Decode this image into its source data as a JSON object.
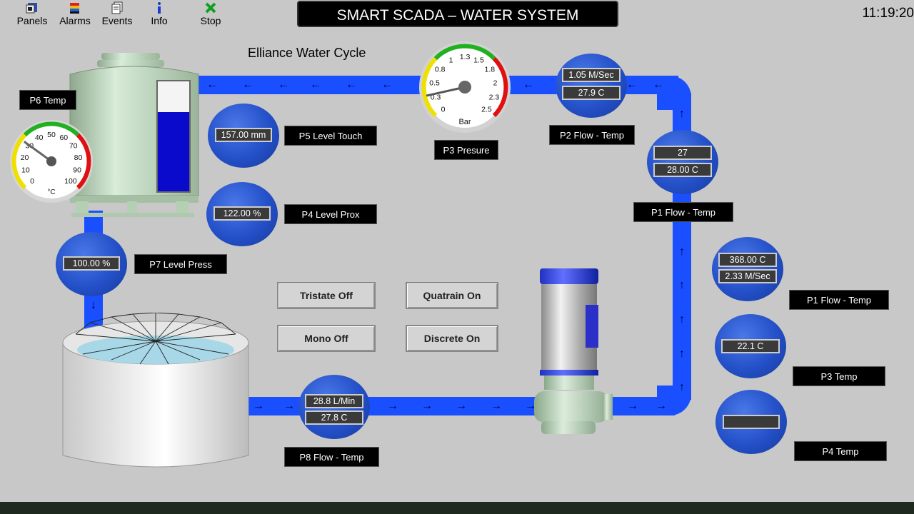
{
  "toolbar": {
    "panels_label": "Panels",
    "alarms_label": "Alarms",
    "events_label": "Events",
    "info_label": "Info",
    "stop_label": "Stop"
  },
  "header": {
    "title": "SMART SCADA – WATER SYSTEM",
    "clock": "11:19:20"
  },
  "diagram": {
    "title": "Elliance Water Cycle"
  },
  "labels": {
    "p6": "P6 Temp",
    "p5": "P5 Level Touch",
    "p4_prox": "P4 Level Prox",
    "p7": "P7 Level Press",
    "p3_pres": "P3 Presure",
    "p2": "P2 Flow - Temp",
    "p1_top": "P1 Flow - Temp",
    "p1_right": "P1 Flow - Temp",
    "p3_temp": "P3 Temp",
    "p4_temp": "P4 Temp",
    "p8": "P8 Flow - Temp"
  },
  "readouts": {
    "p5_level": "157.00 mm",
    "p4_level": "122.00 %",
    "p7_level": "100.00 %",
    "p2_flow": "1.05 M/Sec",
    "p2_temp": "27.9 C",
    "p1_value": "27",
    "p1_temp": "28.00 C",
    "r1_temp": "368.00 C",
    "r1_flow": "2.33 M/Sec",
    "p3_temp": "22.1 C",
    "p4_temp": "",
    "p8_flow": "28.8 L/Min",
    "p8_temp": "27.8 C"
  },
  "buttons": {
    "tristate": "Tristate Off",
    "quatrain": "Quatrain On",
    "mono": "Mono Off",
    "discrete": "Discrete On"
  },
  "pressure_gauge": {
    "unit": "Bar",
    "ticks": [
      "0",
      "0.3",
      "0.5",
      "0.8",
      "1",
      "1.3",
      "1.5",
      "1.8",
      "2",
      "2.3",
      "2.5"
    ],
    "value": 0.3
  },
  "temp_gauge": {
    "unit": "°C",
    "ticks": [
      "0",
      "10",
      "20",
      "30",
      "40",
      "50",
      "60",
      "70",
      "80",
      "90",
      "100"
    ],
    "value": 30
  },
  "tank": {
    "level_fraction": 0.72
  },
  "colors": {
    "pipe": "#1a4fff",
    "sensor": "#2450c8",
    "readout_bg": "#3a3a3a"
  }
}
